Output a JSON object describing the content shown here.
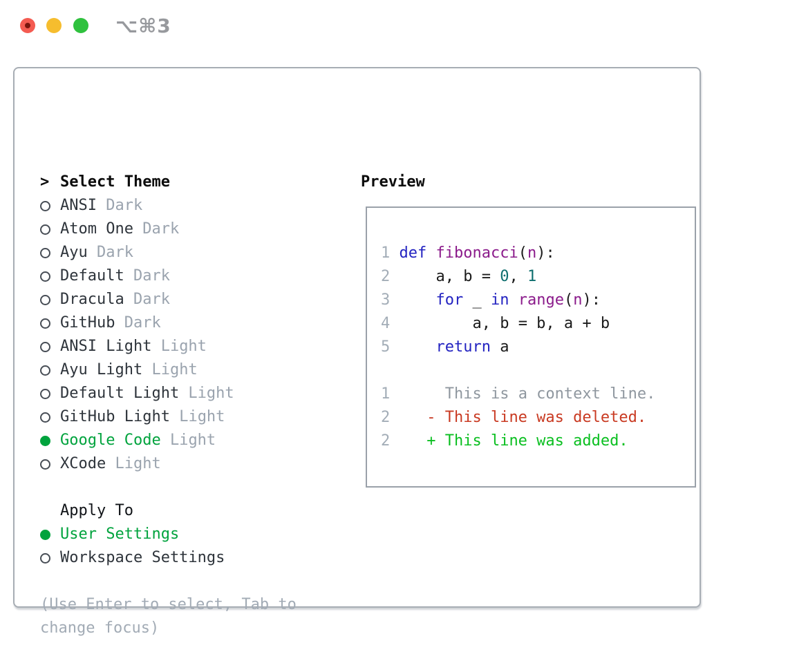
{
  "window": {
    "title": "⌥⌘3",
    "traffic_lights": [
      "close",
      "minimize",
      "zoom"
    ]
  },
  "colors": {
    "accent_green": "#00a33d",
    "added_green": "#0abf20",
    "deleted_red": "#c93a22",
    "keyword_blue": "#2323c1",
    "type_purple": "#8b1b8b",
    "literal_teal": "#0d6e6e",
    "line_number_gray": "#a3adb7",
    "secondary_gray": "#9aa3ae",
    "panel_border": "#a7adb4"
  },
  "sidebar": {
    "header": {
      "prompt": ">",
      "label": "Select Theme"
    },
    "themes": [
      {
        "name": "ANSI",
        "variant": "Dark",
        "selected": false
      },
      {
        "name": "Atom One",
        "variant": "Dark",
        "selected": false
      },
      {
        "name": "Ayu",
        "variant": "Dark",
        "selected": false
      },
      {
        "name": "Default",
        "variant": "Dark",
        "selected": false
      },
      {
        "name": "Dracula",
        "variant": "Dark",
        "selected": false
      },
      {
        "name": "GitHub",
        "variant": "Dark",
        "selected": false
      },
      {
        "name": "ANSI Light",
        "variant": "Light",
        "selected": false
      },
      {
        "name": "Ayu Light",
        "variant": "Light",
        "selected": false
      },
      {
        "name": "Default Light",
        "variant": "Light",
        "selected": false
      },
      {
        "name": "GitHub Light",
        "variant": "Light",
        "selected": false
      },
      {
        "name": "Google Code",
        "variant": "Light",
        "selected": true
      },
      {
        "name": "XCode",
        "variant": "Light",
        "selected": false
      }
    ],
    "apply_to": {
      "label": "Apply To",
      "options": [
        {
          "name": "User Settings",
          "selected": true
        },
        {
          "name": "Workspace Settings",
          "selected": false
        }
      ]
    },
    "hint": "(Use Enter to select, Tab to change focus)"
  },
  "preview": {
    "title": "Preview",
    "lines": [
      {
        "segments": [
          {
            "t": "1 ",
            "c": "num"
          },
          {
            "t": "def",
            "c": "kwd"
          },
          {
            "t": " ",
            "c": "pln"
          },
          {
            "t": "fibonacci",
            "c": "typ"
          },
          {
            "t": "(",
            "c": "pln"
          },
          {
            "t": "n",
            "c": "typ"
          },
          {
            "t": "):",
            "c": "pln"
          }
        ]
      },
      {
        "segments": [
          {
            "t": "2",
            "c": "num"
          },
          {
            "t": "     ",
            "c": "pln"
          },
          {
            "t": "a, b = ",
            "c": "pln"
          },
          {
            "t": "0",
            "c": "lit"
          },
          {
            "t": ", ",
            "c": "pln"
          },
          {
            "t": "1",
            "c": "lit"
          }
        ]
      },
      {
        "segments": [
          {
            "t": "3",
            "c": "num"
          },
          {
            "t": "     ",
            "c": "pln"
          },
          {
            "t": "for",
            "c": "kwd"
          },
          {
            "t": " _ ",
            "c": "pln"
          },
          {
            "t": "in",
            "c": "kwd"
          },
          {
            "t": " ",
            "c": "pln"
          },
          {
            "t": "range",
            "c": "typ"
          },
          {
            "t": "(",
            "c": "pln"
          },
          {
            "t": "n",
            "c": "typ"
          },
          {
            "t": "):",
            "c": "pln"
          }
        ]
      },
      {
        "segments": [
          {
            "t": "4",
            "c": "num"
          },
          {
            "t": "         ",
            "c": "pln"
          },
          {
            "t": "a, b = b, a + b",
            "c": "pln"
          }
        ]
      },
      {
        "segments": [
          {
            "t": "5",
            "c": "num"
          },
          {
            "t": "     ",
            "c": "pln"
          },
          {
            "t": "return",
            "c": "kwd"
          },
          {
            "t": " a",
            "c": "pln"
          }
        ]
      },
      {
        "segments": []
      },
      {
        "segments": [
          {
            "t": "1",
            "c": "num"
          },
          {
            "t": "      ",
            "c": "pln"
          },
          {
            "t": "This is a context line.",
            "c": "ctx"
          }
        ]
      },
      {
        "segments": [
          {
            "t": "2",
            "c": "num"
          },
          {
            "t": "    ",
            "c": "pln"
          },
          {
            "t": "- This line was deleted.",
            "c": "del"
          }
        ]
      },
      {
        "segments": [
          {
            "t": "2",
            "c": "num"
          },
          {
            "t": "    ",
            "c": "pln"
          },
          {
            "t": "+ This line was added.",
            "c": "add"
          }
        ]
      }
    ]
  }
}
